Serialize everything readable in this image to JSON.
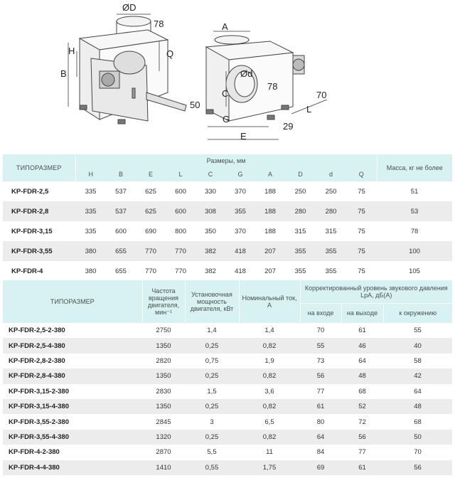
{
  "drawing_labels": {
    "left": {
      "diameter": "ØD",
      "dim_78": "78",
      "H": "H",
      "B": "B",
      "Q": "Q",
      "dim_50": "50"
    },
    "right": {
      "A": "A",
      "d": "Ød",
      "C": "C",
      "dim_78": "78",
      "dim_70": "70",
      "L": "L",
      "G": "G",
      "dim_29": "29",
      "E": "E"
    }
  },
  "colors": {
    "header_bg": "#d8f1f3",
    "row_shade": "#ececed"
  },
  "table1": {
    "model_header": "ТИПОРАЗМЕР",
    "dims_header": "Размеры, мм",
    "mass_header": "Масса, кг не более",
    "columns": [
      "H",
      "B",
      "E",
      "L",
      "C",
      "G",
      "A",
      "D",
      "d",
      "Q"
    ],
    "rows": [
      {
        "model": "KP-FDR-2,5",
        "values": [
          "335",
          "537",
          "625",
          "600",
          "330",
          "370",
          "188",
          "250",
          "250",
          "75"
        ],
        "mass": "51"
      },
      {
        "model": "KP-FDR-2,8",
        "values": [
          "335",
          "537",
          "625",
          "600",
          "308",
          "355",
          "188",
          "280",
          "280",
          "75"
        ],
        "mass": "53"
      },
      {
        "model": "KP-FDR-3,15",
        "values": [
          "335",
          "600",
          "690",
          "800",
          "350",
          "370",
          "188",
          "315",
          "315",
          "75"
        ],
        "mass": "78"
      },
      {
        "model": "KP-FDR-3,55",
        "values": [
          "380",
          "655",
          "770",
          "770",
          "382",
          "418",
          "207",
          "355",
          "355",
          "75"
        ],
        "mass": "100"
      },
      {
        "model": "KP-FDR-4",
        "values": [
          "380",
          "655",
          "770",
          "770",
          "382",
          "418",
          "207",
          "355",
          "355",
          "75"
        ],
        "mass": "105"
      }
    ]
  },
  "table2": {
    "model_header": "ТИПОРАЗМЕР",
    "speed_header": "Частота вращения двигателя, мин⁻¹",
    "power_header": "Установочная мощность двигателя, кВт",
    "current_header": "Номинальный ток, А",
    "noise_header": "Корректированный уровень звукового давления LpA, дБ(А)",
    "noise_sub": [
      "на входе",
      "на выходе",
      "к окружению"
    ],
    "rows": [
      {
        "model": "KP-FDR-2,5-2-380",
        "speed": "2750",
        "power": "1,4",
        "current": "1,4",
        "inlet": "70",
        "outlet": "61",
        "env": "55"
      },
      {
        "model": "KP-FDR-2,5-4-380",
        "speed": "1350",
        "power": "0,25",
        "current": "0,82",
        "inlet": "55",
        "outlet": "46",
        "env": "40"
      },
      {
        "model": "KP-FDR-2,8-2-380",
        "speed": "2820",
        "power": "0,75",
        "current": "1,9",
        "inlet": "73",
        "outlet": "64",
        "env": "58"
      },
      {
        "model": "KP-FDR-2,8-4-380",
        "speed": "1350",
        "power": "0,25",
        "current": "0,82",
        "inlet": "56",
        "outlet": "48",
        "env": "42"
      },
      {
        "model": "KP-FDR-3,15-2-380",
        "speed": "2830",
        "power": "1,5",
        "current": "3,6",
        "inlet": "77",
        "outlet": "68",
        "env": "64"
      },
      {
        "model": "KP-FDR-3,15-4-380",
        "speed": "1350",
        "power": "0,25",
        "current": "0,82",
        "inlet": "61",
        "outlet": "52",
        "env": "48"
      },
      {
        "model": "KP-FDR-3,55-2-380",
        "speed": "2845",
        "power": "3",
        "current": "6,5",
        "inlet": "80",
        "outlet": "72",
        "env": "68"
      },
      {
        "model": "KP-FDR-3,55-4-380",
        "speed": "1320",
        "power": "0,25",
        "current": "0,82",
        "inlet": "64",
        "outlet": "56",
        "env": "50"
      },
      {
        "model": "KP-FDR-4-2-380",
        "speed": "2870",
        "power": "5,5",
        "current": "11",
        "inlet": "84",
        "outlet": "77",
        "env": "70"
      },
      {
        "model": "KP-FDR-4-4-380",
        "speed": "1410",
        "power": "0,55",
        "current": "1,75",
        "inlet": "69",
        "outlet": "61",
        "env": "56"
      }
    ]
  }
}
